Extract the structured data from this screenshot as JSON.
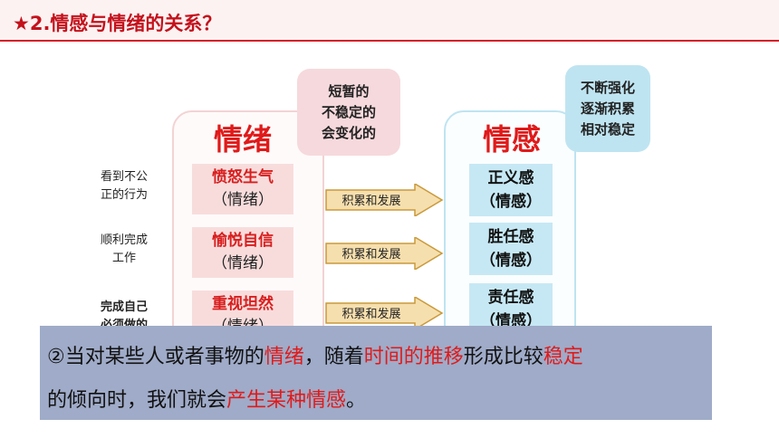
{
  "header": {
    "title": "★2.情感与情绪的关系？"
  },
  "columns": {
    "emotion_heading": "情绪",
    "feeling_heading": "情感"
  },
  "notes": {
    "emotion_note": [
      "短暂的",
      "不稳定的",
      "会变化的"
    ],
    "feeling_note": [
      "不断强化",
      "逐渐积累",
      "相对稳定"
    ]
  },
  "rows": [
    {
      "situation": [
        "看到不公",
        "正的行为"
      ],
      "emotion": "愤怒生气",
      "emotion_tag": "（情绪）",
      "arrow_label": "积累和发展",
      "feeling": "正义感",
      "feeling_tag": "（情感）"
    },
    {
      "situation": [
        "顺利完成",
        "工作"
      ],
      "emotion": "愉悦自信",
      "emotion_tag": "（情绪）",
      "arrow_label": "积累和发展",
      "feeling": "胜任感",
      "feeling_tag": "（情感）"
    },
    {
      "situation": [
        "完成自己",
        "必须做的"
      ],
      "emotion": "重视坦然",
      "emotion_tag": "（情绪）",
      "arrow_label": "积累和发展",
      "feeling": "责任感",
      "feeling_tag": "（情感）"
    }
  ],
  "overlay": {
    "line1": [
      {
        "text": "②当对某些人或者事物的",
        "highlight": false
      },
      {
        "text": "情绪",
        "highlight": true
      },
      {
        "text": "，随着",
        "highlight": false
      },
      {
        "text": "时间的推移",
        "highlight": true
      },
      {
        "text": "形成比较",
        "highlight": false
      },
      {
        "text": "稳定",
        "highlight": true
      }
    ],
    "line2": [
      {
        "text": "的倾向时，我们就会",
        "highlight": false
      },
      {
        "text": "产生某种情感",
        "highlight": true
      },
      {
        "text": "。",
        "highlight": false
      }
    ]
  },
  "colors": {
    "title_red": "#c4121c",
    "emotion_box": "#f8dcdc",
    "feeling_box": "#c6e8f4",
    "arrow_fill": "#f6dfae",
    "overlay_bg": "#9fabc8",
    "highlight_red": "#e01a1a"
  },
  "icons": {
    "arrow": "right-arrow-icon"
  }
}
